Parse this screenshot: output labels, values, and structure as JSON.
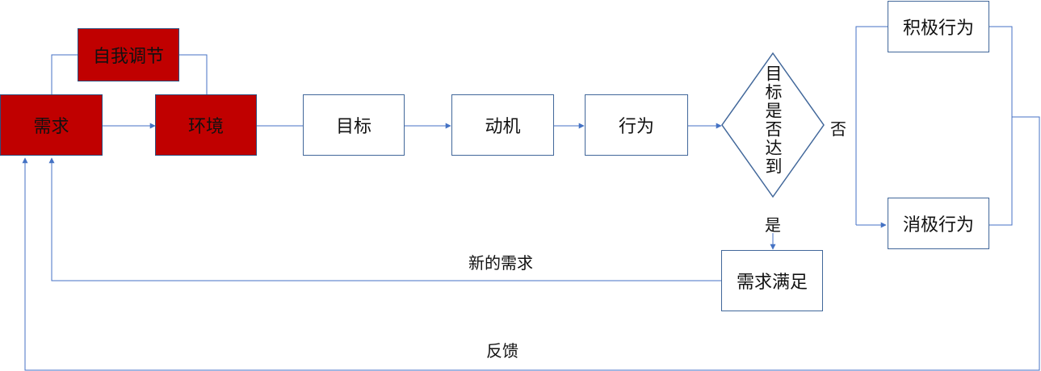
{
  "nodes": {
    "self_adjust": "自我调节",
    "need": "需求",
    "environment": "环境",
    "goal": "目标",
    "motive": "动机",
    "behavior": "行为",
    "decision": "目标是否达到",
    "positive_behavior": "积极行为",
    "negative_behavior": "消极行为",
    "need_satisfied": "需求满足"
  },
  "labels": {
    "no": "否",
    "yes": "是",
    "new_need": "新的需求",
    "feedback": "反馈"
  },
  "colors": {
    "line": "#4472c4",
    "box_border": "#41679a",
    "highlight_fill": "#c00000"
  }
}
